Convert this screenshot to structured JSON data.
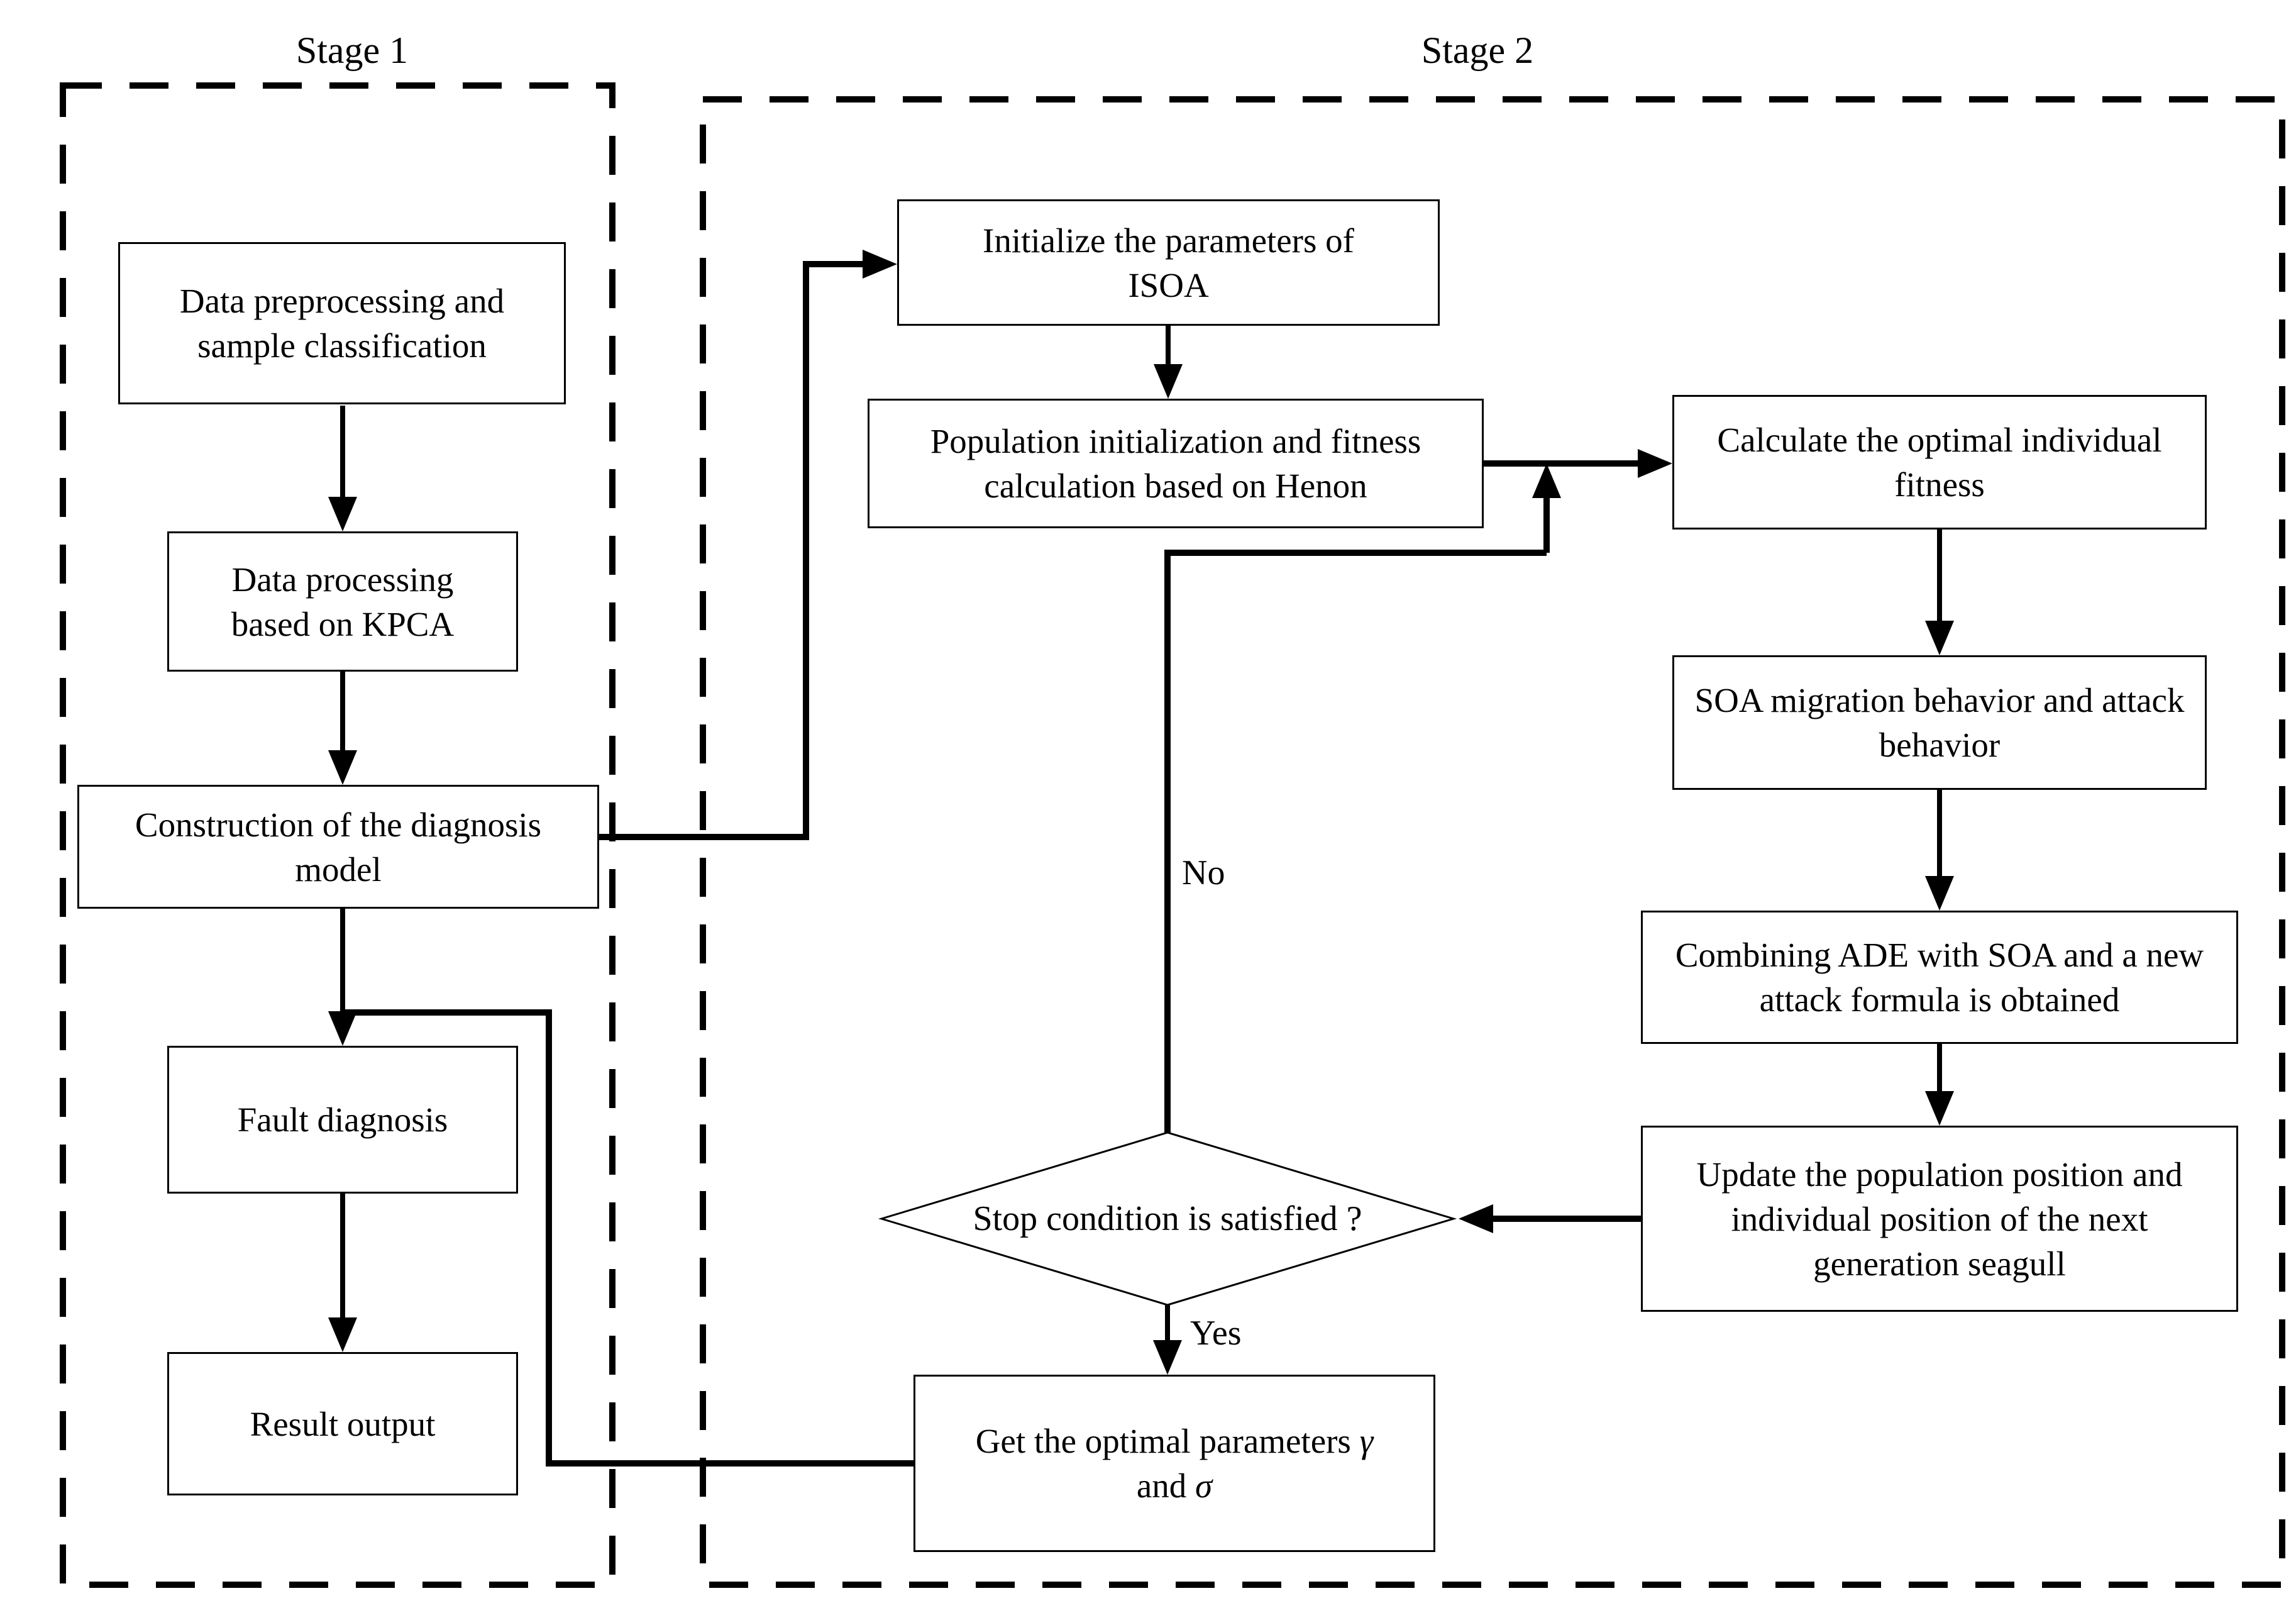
{
  "stage1": {
    "label": "Stage 1",
    "boxes": {
      "preprocess": {
        "line1": "Data preprocessing and",
        "line2": "sample classification"
      },
      "kpca": {
        "line1": "Data processing",
        "line2": "based on KPCA"
      },
      "construction": {
        "line1": "Construction of the diagnosis",
        "line2": "model"
      },
      "fault": {
        "line1": "Fault diagnosis"
      },
      "result": {
        "line1": "Result output"
      }
    }
  },
  "stage2": {
    "label": "Stage 2",
    "boxes": {
      "init": {
        "line1": "Initialize the parameters of",
        "line2": "ISOA"
      },
      "population": {
        "line1": "Population initialization and fitness",
        "line2": "calculation based on Henon"
      },
      "fitness": {
        "line1": "Calculate the optimal individual",
        "line2": "fitness"
      },
      "soa": {
        "line1": "SOA migration behavior and attack",
        "line2": "behavior"
      },
      "combine": {
        "line1": "Combining ADE with SOA and a new",
        "line2": "attack formula is obtained"
      },
      "update": {
        "line1": "Update the population position and",
        "line2": "individual position of the next",
        "line3": "generation seagull"
      },
      "decision": {
        "text": "Stop condition is satisfied ?"
      },
      "optimal": {
        "prefix": "Get the optimal parameters",
        "gamma": "γ",
        "conj": "and",
        "sigma": "σ"
      }
    },
    "edge_labels": {
      "yes": "Yes",
      "no": "No"
    }
  },
  "colors": {
    "stroke": "#000000",
    "background": "#ffffff"
  }
}
